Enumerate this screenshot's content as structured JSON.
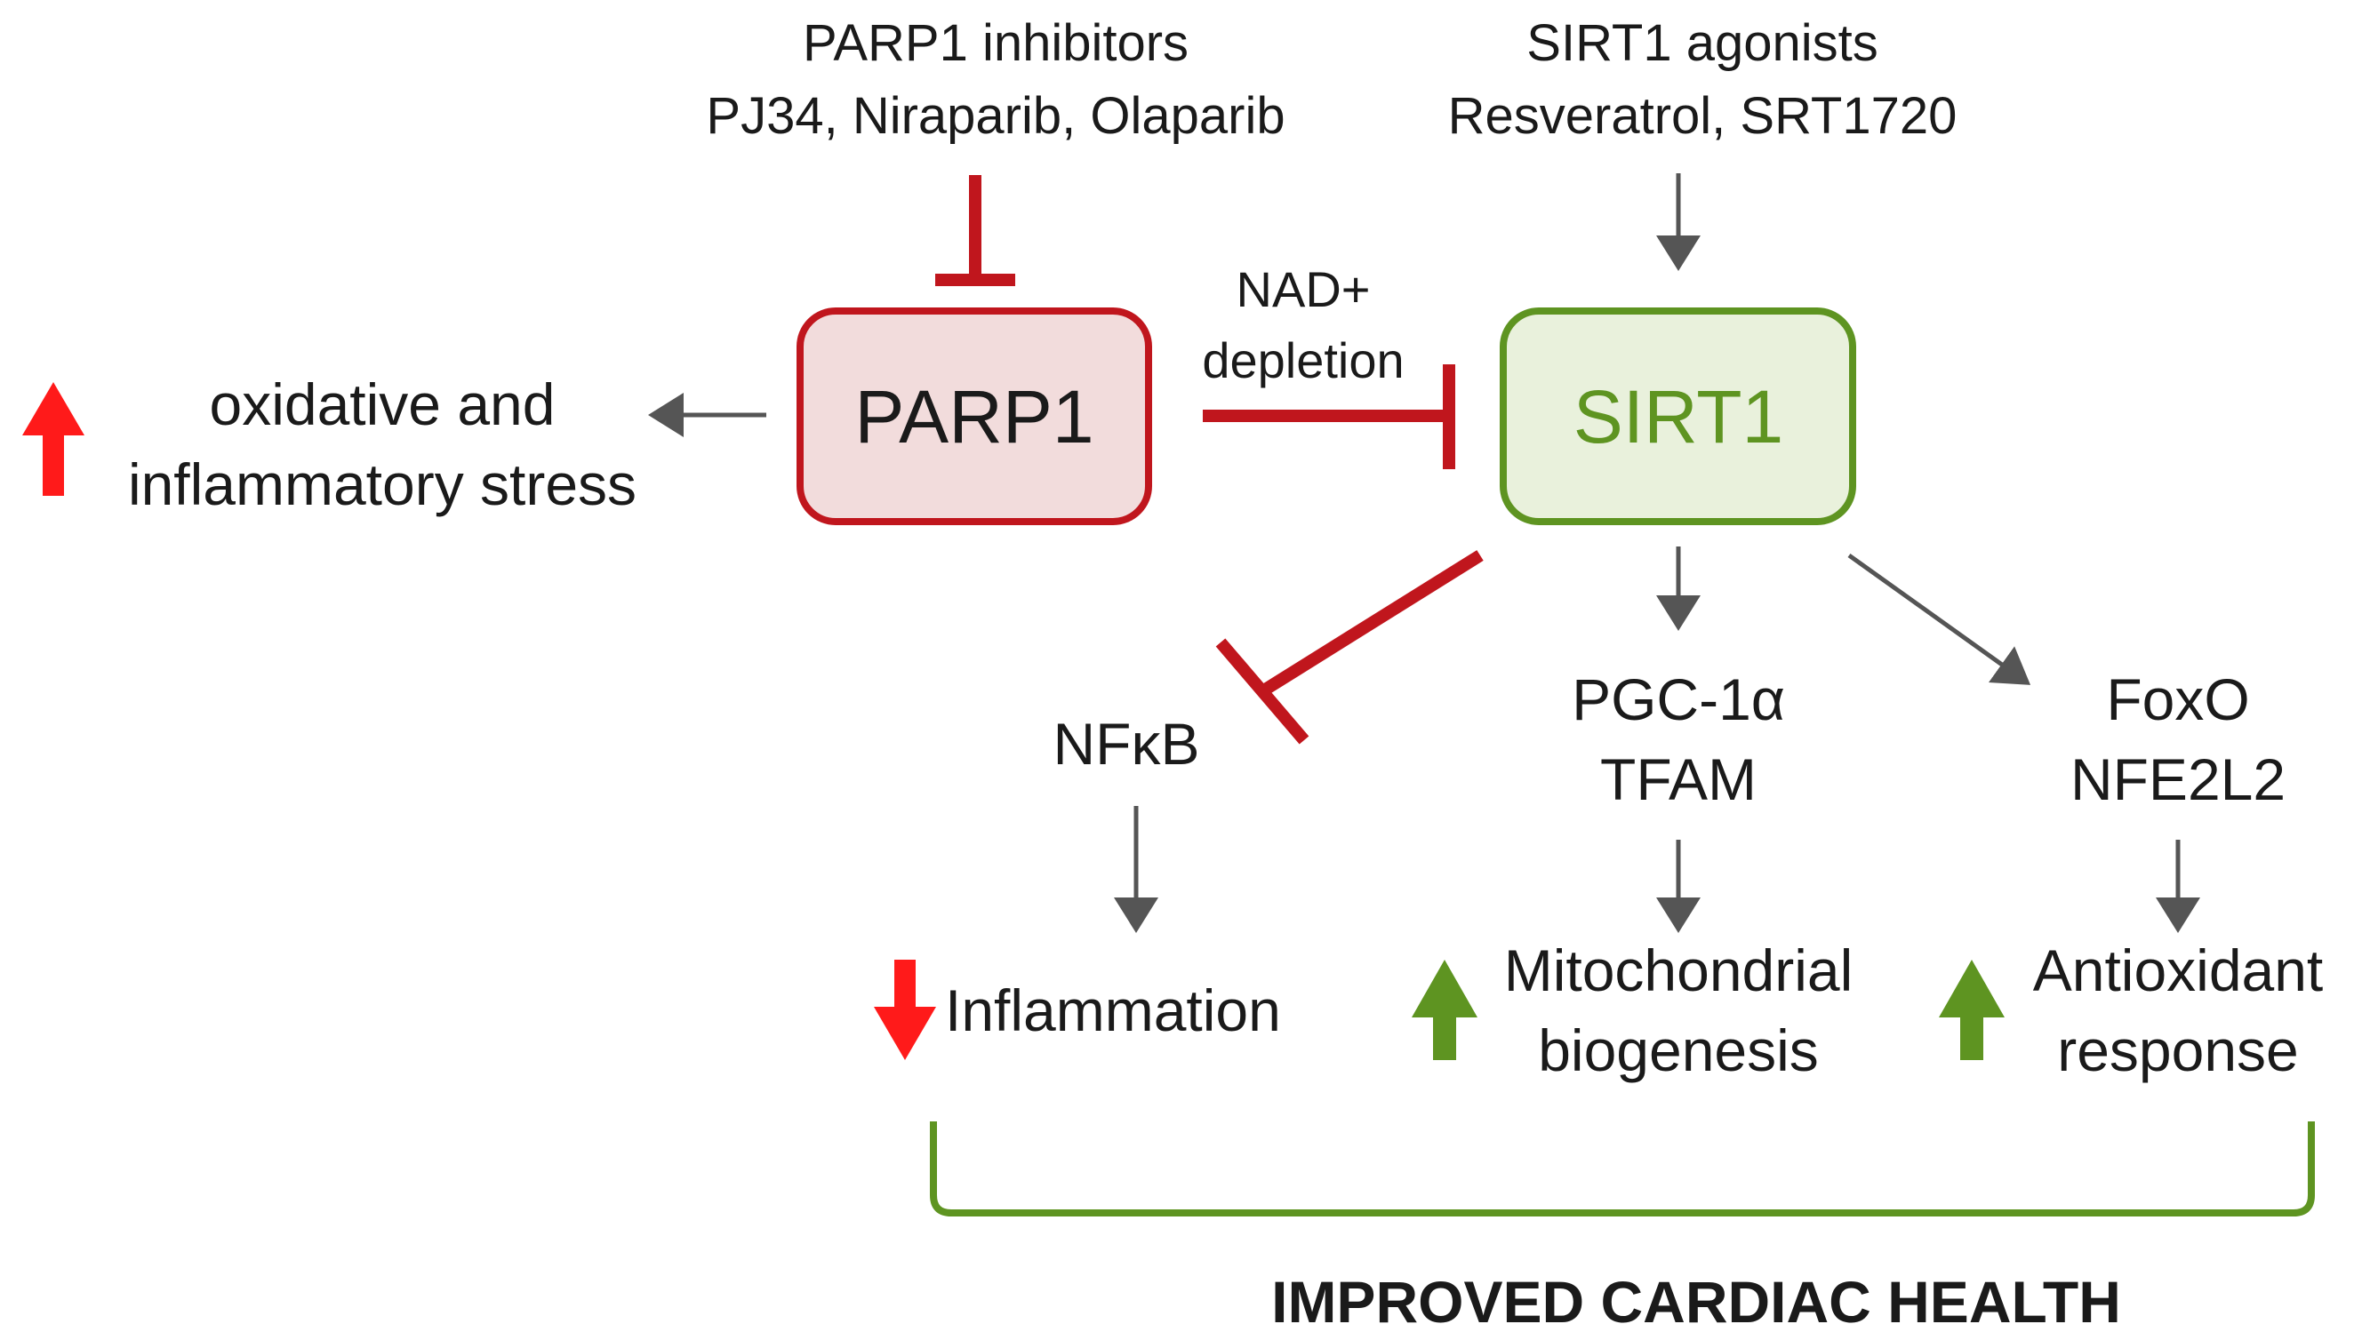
{
  "colors": {
    "parp_border": "#c0161d",
    "parp_fill": "#f2dcdc",
    "sirt_border": "#5e9421",
    "sirt_fill": "#e9f1dc",
    "sirt_text": "#5e9421",
    "inhibit": "#c0161d",
    "arrow": "#555555",
    "up_red": "#ff1a1a",
    "down_red": "#ff1a1a",
    "up_green": "#5e9421",
    "bracket": "#5e9421",
    "text": "#1a1a1a"
  },
  "inhibitors": {
    "line1": "PARP1 inhibitors",
    "line2": "PJ34, Niraparib, Olaparib"
  },
  "agonists": {
    "line1": "SIRT1 agonists",
    "line2": "Resveratrol, SRT1720"
  },
  "parp1": {
    "label": "PARP1"
  },
  "sirt1": {
    "label": "SIRT1"
  },
  "nad": {
    "line1": "NAD+",
    "line2": "depletion"
  },
  "stress": {
    "line1": "oxidative and",
    "line2": "inflammatory stress"
  },
  "nfkb": {
    "label": "NFκB"
  },
  "pgc": {
    "line1": "PGC-1α",
    "line2": "TFAM"
  },
  "foxo": {
    "line1": "FoxO",
    "line2": "NFE2L2"
  },
  "inflammation": {
    "label": "Inflammation"
  },
  "mito": {
    "line1": "Mitochondrial",
    "line2": "biogenesis"
  },
  "antiox": {
    "line1": "Antioxidant",
    "line2": "response"
  },
  "outcome": {
    "label": "IMPROVED CARDIAC HEALTH"
  }
}
